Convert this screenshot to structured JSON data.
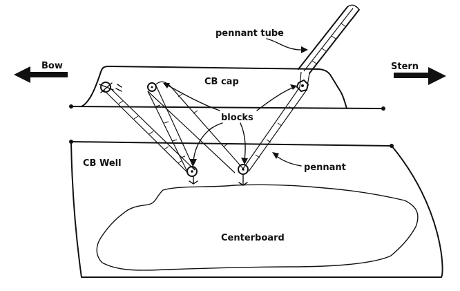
{
  "labels": {
    "pennant_tube": "pennant tube",
    "bow": "Bow",
    "stern": "Stern",
    "cb_cap": "CB cap",
    "blocks": "blocks",
    "cb_well": "CB Well",
    "pennant": "pennant",
    "centerboard": "Centerboard"
  },
  "colors": {
    "ink": "#111111",
    "background": "#ffffff"
  }
}
